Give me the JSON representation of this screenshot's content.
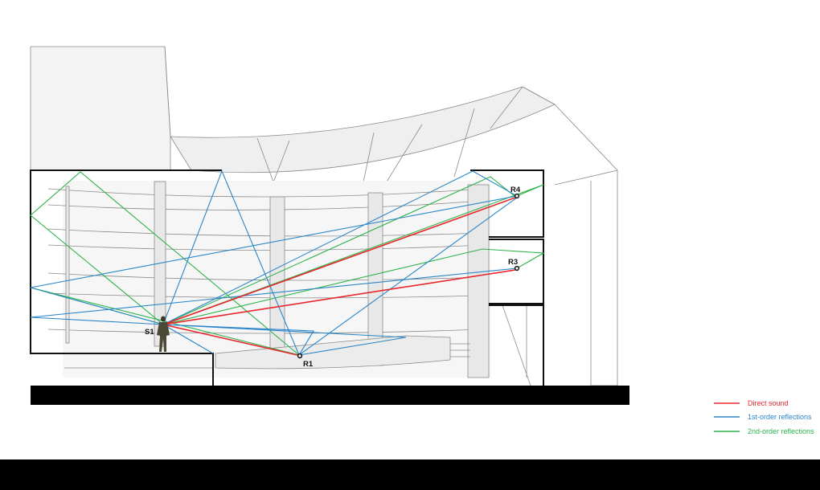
{
  "labels": {
    "source": "S1",
    "receivers": [
      "R1",
      "R3",
      "R4"
    ]
  },
  "legend": [
    {
      "label": "Direct sound",
      "color": "#e8262b"
    },
    {
      "label": "1st-order reflections",
      "color": "#2b86c9"
    },
    {
      "label": "2nd-order reflections",
      "color": "#2db34a"
    }
  ],
  "colors": {
    "direct": "#e8262b",
    "first_order": "#2b86c9",
    "second_order": "#2db34a",
    "structure": "#8a8a8a",
    "section_outline": "#111111"
  }
}
